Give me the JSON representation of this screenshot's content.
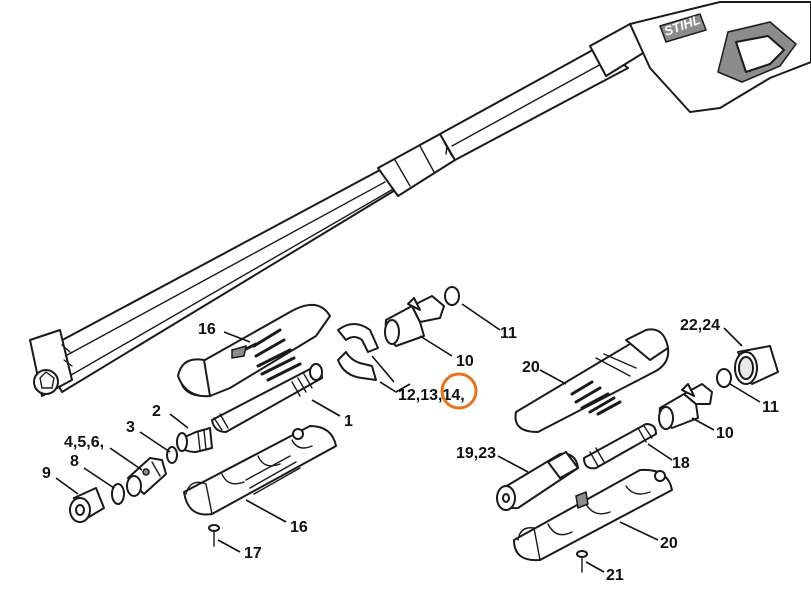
{
  "brand": "STIHL",
  "highlight_color": "#e8731a",
  "callouts": {
    "c1": "1",
    "c2": "2",
    "c3": "3",
    "c4_5_6": "4,5,6,",
    "c8": "8",
    "c9": "9",
    "c10a": "10",
    "c10b": "10",
    "c11a": "11",
    "c11b": "11",
    "c12_13_14": "12,13,14,",
    "c16a": "16",
    "c16b": "16",
    "c17": "17",
    "c18": "18",
    "c19_23": "19,23",
    "c20a": "20",
    "c20b": "20",
    "c21": "21",
    "c22_24": "22,24"
  }
}
